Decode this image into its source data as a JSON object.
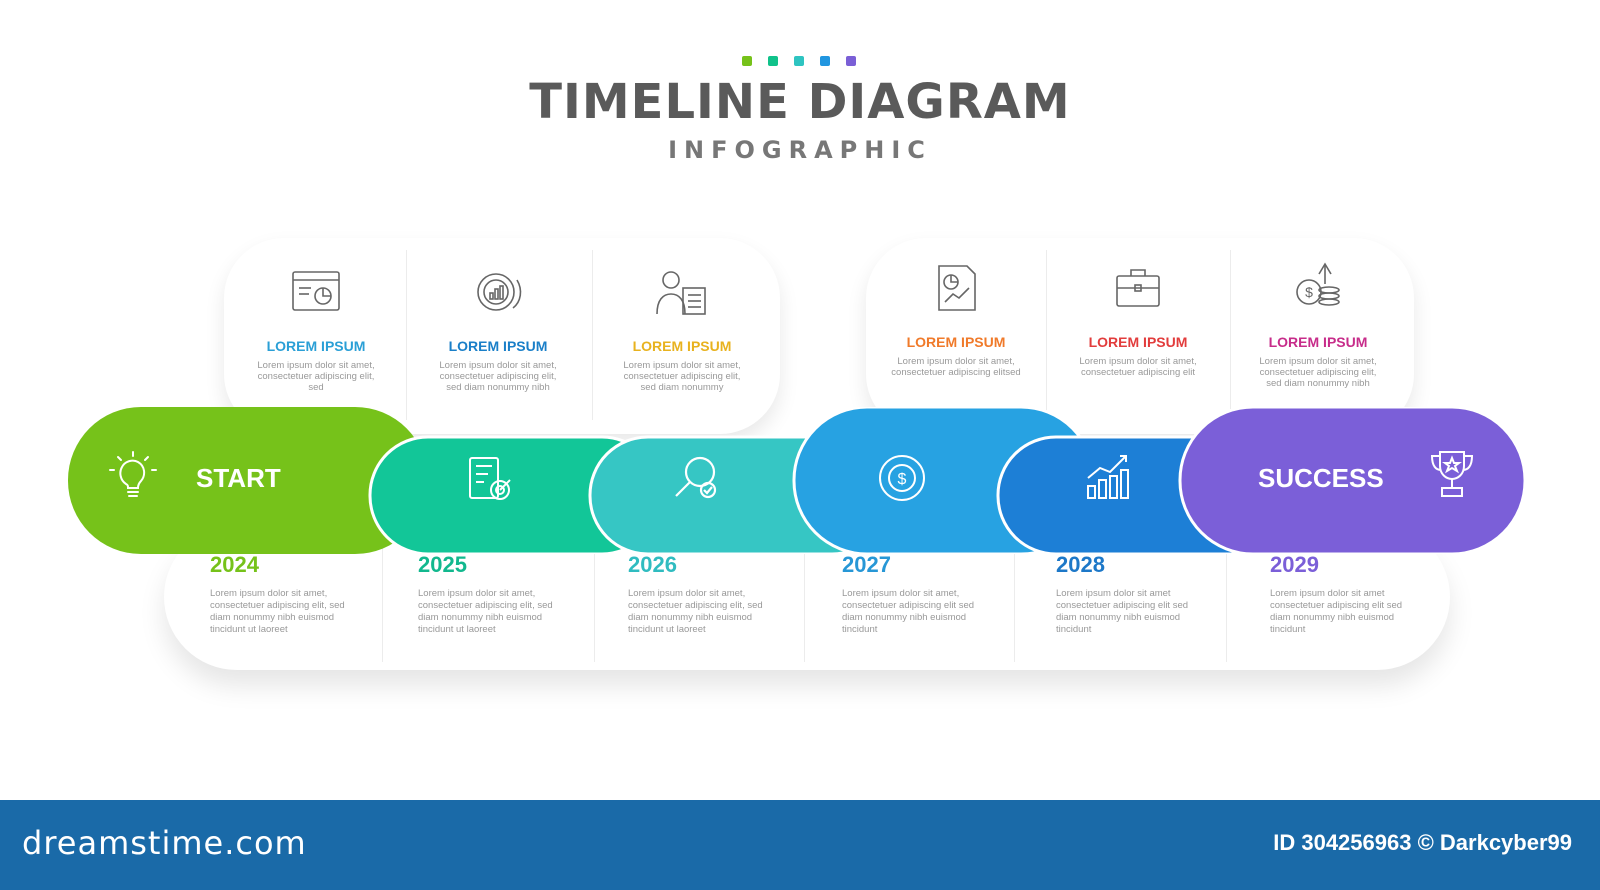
{
  "header": {
    "title": "TIMELINE DIAGRAM",
    "subtitle": "INFOGRAPHIC",
    "dot_colors": [
      "#76c21a",
      "#10c28a",
      "#2ec4c1",
      "#2196e0",
      "#7a5fd6"
    ]
  },
  "timeline": {
    "start_label": "START",
    "end_label": "SUCCESS",
    "segment_colors": [
      "#76c21a",
      "#12c698",
      "#36c6c4",
      "#27a2e2",
      "#1d7fd6",
      "#7b5fd8"
    ]
  },
  "top_items": [
    {
      "heading": "LOREM IPSUM",
      "color": "#2a9fd6",
      "icon": "browser-chart-icon",
      "text": "Lorem ipsum dolor sit amet, consectetuer adipiscing elit, sed"
    },
    {
      "heading": "LOREM IPSUM",
      "color": "#1a7fc8",
      "icon": "gear-chart-icon",
      "text": "Lorem ipsum dolor sit amet, consectetuer adipiscing elit, sed diam nonummy nibh"
    },
    {
      "heading": "LOREM IPSUM",
      "color": "#e8b21e",
      "icon": "businessman-icon",
      "text": "Lorem ipsum dolor sit amet, consectetuer adipiscing elit, sed diam nonummy"
    },
    {
      "heading": "LOREM IPSUM",
      "color": "#f07a2a",
      "icon": "report-chart-icon",
      "text": "Lorem ipsum dolor sit amet, consectetuer adipiscing elitsed"
    },
    {
      "heading": "LOREM IPSUM",
      "color": "#e23c3c",
      "icon": "briefcase-icon",
      "text": "Lorem ipsum dolor sit amet, consectetuer adipiscing elit"
    },
    {
      "heading": "LOREM IPSUM",
      "color": "#c72c8a",
      "icon": "coins-growth-icon",
      "text": "Lorem ipsum dolor sit amet, consectetuer adipiscing elit, sed diam nonummy nibh"
    }
  ],
  "bottom_items": [
    {
      "year": "2024",
      "color": "#76c21a",
      "text": "Lorem ipsum dolor sit amet, consectetuer adipiscing elit, sed diam nonummy nibh euismod tincidunt ut laoreet"
    },
    {
      "year": "2025",
      "color": "#12b88e",
      "text": "Lorem ipsum dolor sit amet, consectetuer adipiscing elit, sed diam nonummy nibh euismod tincidunt ut laoreet"
    },
    {
      "year": "2026",
      "color": "#30bcc0",
      "text": "Lorem ipsum dolor sit amet, consectetuer adipiscing elit, sed diam nonummy nibh euismod tincidunt ut laoreet"
    },
    {
      "year": "2027",
      "color": "#2797d6",
      "text": "Lorem ipsum dolor sit amet, consectetuer adipiscing elit sed diam nonummy nibh euismod tincidunt"
    },
    {
      "year": "2028",
      "color": "#1d78c8",
      "text": "Lorem ipsum dolor sit amet consectetuer adipiscing elit sed diam nonummy nibh euismod tincidunt"
    },
    {
      "year": "2029",
      "color": "#7b5fd8",
      "text": "Lorem ipsum dolor sit amet consectetuer adipiscing elit sed diam nonummy nibh euismod tincidunt"
    }
  ],
  "band_icons": [
    "lightbulb-icon",
    "checklist-target-icon",
    "magnifier-check-icon",
    "dollar-cycle-icon",
    "bar-growth-icon",
    "trophy-icon"
  ],
  "footer": {
    "logo": "dreamstime.com",
    "id_text": "ID 304256963 © Darkcyber99"
  }
}
